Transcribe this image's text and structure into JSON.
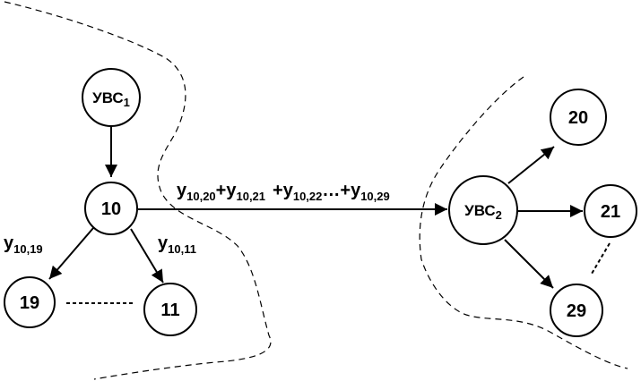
{
  "diagram": {
    "colors": {
      "stroke": "#000000",
      "background": "#ffffff"
    },
    "nodes": {
      "uvs1": {
        "label": "УВС",
        "sub": "1"
      },
      "n10": {
        "label": "10"
      },
      "n19": {
        "label": "19"
      },
      "n11": {
        "label": "11"
      },
      "uvs2": {
        "label": "УВС",
        "sub": "2"
      },
      "n20": {
        "label": "20"
      },
      "n21": {
        "label": "21"
      },
      "n29": {
        "label": "29"
      }
    },
    "edge_labels": {
      "e10_19": {
        "base": "y",
        "sub": "10,19"
      },
      "e10_11": {
        "base": "y",
        "sub": "10,11"
      },
      "sum": {
        "t1": {
          "base": "y",
          "sub": "10,20"
        },
        "op1": "+",
        "t2": {
          "base": "y",
          "sub": "10,21"
        },
        "op2": "+",
        "t3": {
          "base": "y",
          "sub": "10,22"
        },
        "ellipsis": "…",
        "op3": "+",
        "t4": {
          "base": "y",
          "sub": "10,29"
        }
      }
    }
  }
}
